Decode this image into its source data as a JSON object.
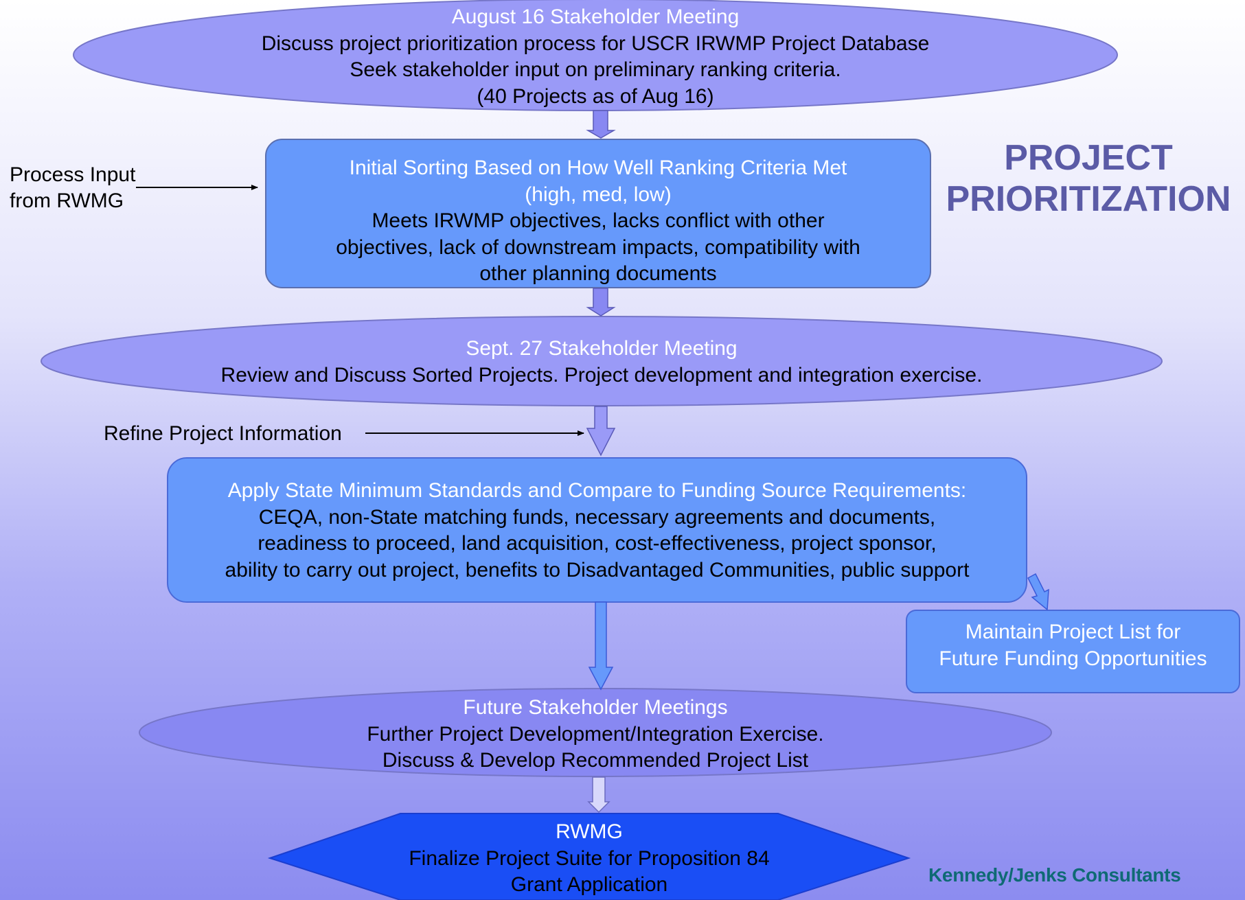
{
  "title": {
    "line1": "PROJECT",
    "line2": "PRIORITIZATION"
  },
  "brand": "Kennedy/Jenks Consultants",
  "colors": {
    "ellipse_fill": "#9a9af7",
    "box_fill": "#6699fb",
    "hexagon_fill": "#1a4ef5",
    "title_color": "#5b5ba6",
    "brand_color": "#0f6a74"
  },
  "nodes": {
    "august_meeting": {
      "heading": "August 16 Stakeholder Meeting",
      "lines": [
        "Discuss project prioritization process for USCR IRWMP Project Database",
        "Seek stakeholder input on preliminary ranking criteria.",
        "(40 Projects as of Aug 16)"
      ]
    },
    "initial_sorting": {
      "heading_lines": [
        "Initial Sorting Based on How Well Ranking Criteria Met",
        "(high, med, low)"
      ],
      "lines": [
        "Meets IRWMP objectives, lacks conflict with other",
        "objectives, lack of downstream impacts, compatibility with",
        "other planning documents"
      ]
    },
    "sept_meeting": {
      "heading": "Sept. 27 Stakeholder Meeting",
      "lines": [
        "Review and Discuss Sorted Projects. Project development and integration exercise."
      ]
    },
    "state_standards": {
      "heading": "Apply State Minimum Standards and Compare to Funding Source Requirements:",
      "lines": [
        "CEQA, non-State matching funds, necessary agreements and documents,",
        "readiness to proceed, land acquisition, cost-effectiveness, project sponsor,",
        "ability to carry out project, benefits to Disadvantaged Communities, public support"
      ]
    },
    "maintain_list": {
      "lines": [
        "Maintain Project List for",
        "Future Funding Opportunities"
      ]
    },
    "future_meetings": {
      "heading": "Future Stakeholder Meetings",
      "lines": [
        "Further Project Development/Integration Exercise.",
        "Discuss & Develop Recommended Project List"
      ]
    },
    "rwmg": {
      "heading": "RWMG",
      "lines": [
        "Finalize Project Suite for Proposition 84",
        "Grant Application"
      ]
    }
  },
  "side_inputs": {
    "process_input": [
      "Process Input",
      "from RWMG"
    ],
    "refine": "Refine Project Information"
  }
}
